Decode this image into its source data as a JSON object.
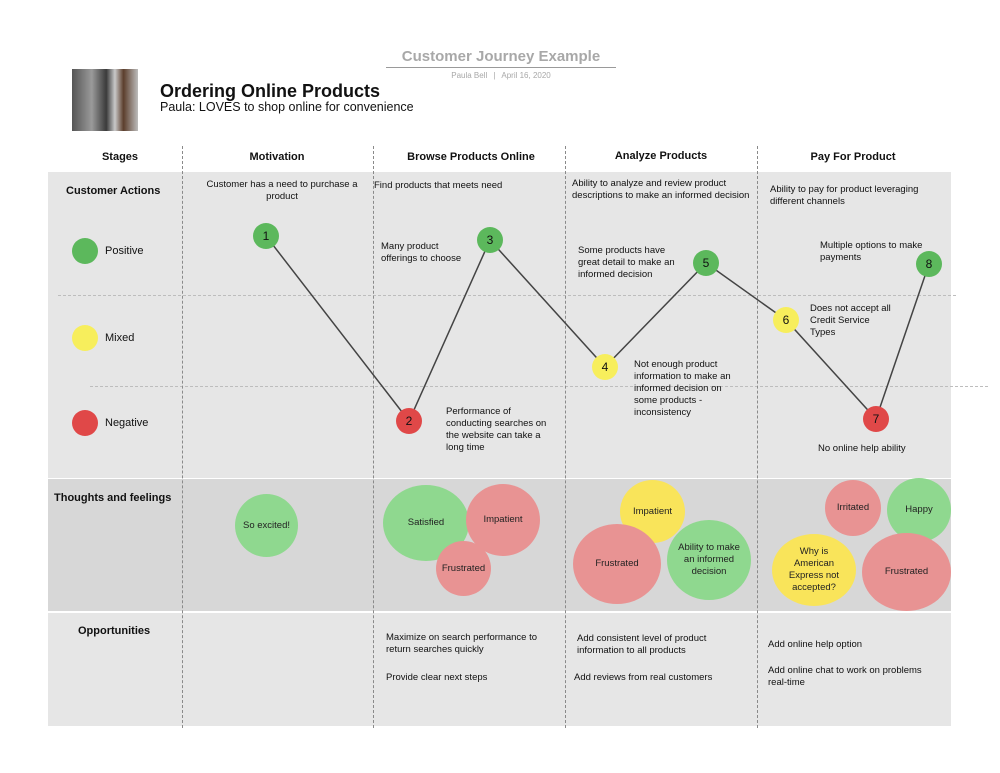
{
  "document": {
    "title": "Customer Journey Example",
    "author": "Paula Bell",
    "date": "April 16, 2020",
    "separator": "|"
  },
  "persona": {
    "title": "Ordering Online Products",
    "subtitle": "Paula: LOVES to shop online for convenience"
  },
  "stages": {
    "label": "Stages",
    "items": [
      "Motivation",
      "Browse Products Online",
      "Analyze Products",
      "Pay For Product"
    ]
  },
  "rows": {
    "customer_actions": "Customer Actions",
    "thoughts": "Thoughts and feelings",
    "opportunities": "Opportunities"
  },
  "legend": {
    "positive": "Positive",
    "mixed": "Mixed",
    "negative": "Negative",
    "colors": {
      "positive": "#5cb85c",
      "mixed": "#f7ee5c",
      "negative": "#e04848"
    }
  },
  "actions": [
    "Customer has a need to purchase a product",
    "Find products that meets need",
    "Ability to analyze and review product descriptions to make an informed decision",
    "Ability to pay for product leveraging different channels"
  ],
  "journey": {
    "points": [
      {
        "n": "1",
        "level": "positive"
      },
      {
        "n": "2",
        "level": "negative"
      },
      {
        "n": "3",
        "level": "positive"
      },
      {
        "n": "4",
        "level": "mixed"
      },
      {
        "n": "5",
        "level": "positive"
      },
      {
        "n": "6",
        "level": "mixed"
      },
      {
        "n": "7",
        "level": "negative"
      },
      {
        "n": "8",
        "level": "positive"
      }
    ],
    "notes": {
      "p2": "Performance of conducting searches on the  website can take a long time",
      "p3": "Many product offerings to choose",
      "p4": "Not enough product information to make an informed decision on some products - inconsistency",
      "p5": "Some products have great detail to make an informed decision",
      "p6": "Does not accept all Credit Service Types",
      "p7": "No online help ability",
      "p8": "Multiple options to make payments"
    }
  },
  "feelings": {
    "motivation": [
      "So excited!"
    ],
    "browse": [
      "Satisfied",
      "Impatient",
      "Frustrated"
    ],
    "analyze": [
      "Impatient",
      "Frustrated",
      "Ability to make an informed decision"
    ],
    "pay": [
      "Irritated",
      "Happy",
      "Why is American Express not accepted?",
      "Frustrated"
    ]
  },
  "opportunities": {
    "browse": [
      "Maximize on search performance to return searches quickly",
      "Provide clear next steps"
    ],
    "analyze": [
      "Add consistent level of product information to all products",
      "Add reviews from real customers"
    ],
    "pay": [
      "Add online help option",
      "Add online chat to work on problems real-time"
    ]
  }
}
